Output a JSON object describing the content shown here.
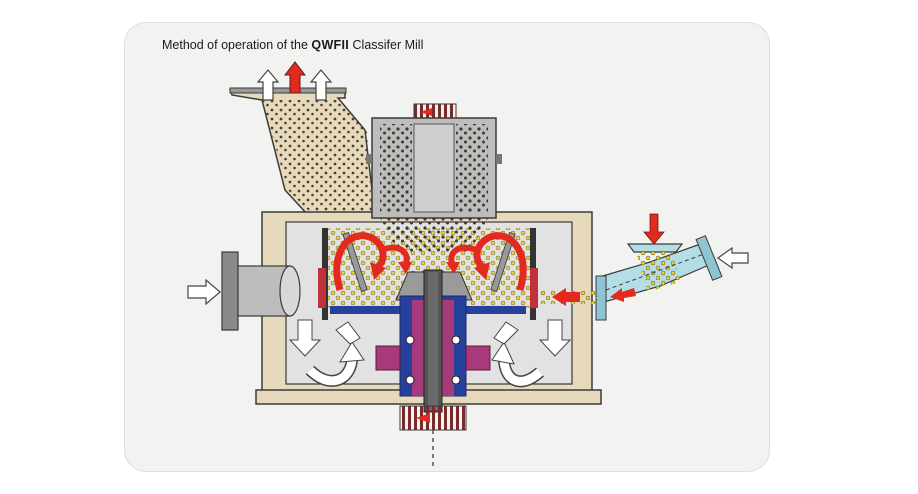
{
  "title": {
    "prefix": "Method of operation of the",
    "brand": "QWFII",
    "suffix": "Classifer Mill"
  },
  "colors": {
    "background": "#ffffff",
    "card": "#f2f2f1",
    "housing": "#e7d9bb",
    "housing_stroke": "#3a3a3a",
    "steel": "#b9b9b9",
    "dark_steel": "#5a5a5a",
    "product_arrow": "#e22a1f",
    "air_arrow": "#ffffff",
    "particles": "#e8d23a",
    "blue_parts": "#27409c",
    "magenta_parts": "#a63a7a",
    "feed_pipe": "#b5dde6"
  },
  "icons": [
    "air-in-arrow",
    "product-out-arrow",
    "feed-in-arrow",
    "flow-swirl-arrow"
  ]
}
